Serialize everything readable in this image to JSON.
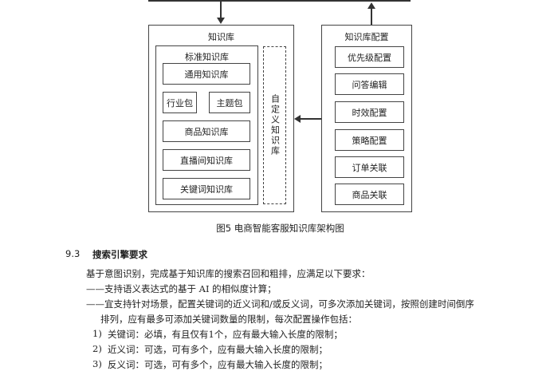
{
  "diagram": {
    "kb_title": "知识库",
    "std_title": "标准知识库",
    "std_items": [
      "通用知识库",
      "行业包",
      "主题包",
      "商品知识库",
      "直播间知识库",
      "关键词知识库"
    ],
    "custom": "自定义知识库",
    "config_title": "知识库配置",
    "config_items": [
      "优先级配置",
      "问答编辑",
      "时效配置",
      "策略配置",
      "订单关联",
      "商品关联"
    ]
  },
  "caption": "图5 电商智能客服知识库架构图",
  "section": {
    "number": "9.3",
    "title": "搜索引擎要求"
  },
  "paragraphs": [
    "基于意图识别，完成基于知识库的搜索召回和粗排，应满足以下要求：",
    "——支持语义表达式的基于 AI 的相似度计算；",
    "——宜支持针对场景，配置关键词的近义词和/或反义词，可多次添加关键词，按照创建时间倒序",
    "排列，应有最多可添加关键词数量的限制，每次配置操作包括："
  ],
  "list": [
    {
      "n": "1)",
      "text": "关键词：必填，有且仅有1个，应有最大输入长度的限制；"
    },
    {
      "n": "2)",
      "text": "近义词：可选，可有多个，应有最大输入长度的限制；"
    },
    {
      "n": "3)",
      "text": "反义词：可选，可有多个，应有最大输入长度的限制；"
    }
  ]
}
